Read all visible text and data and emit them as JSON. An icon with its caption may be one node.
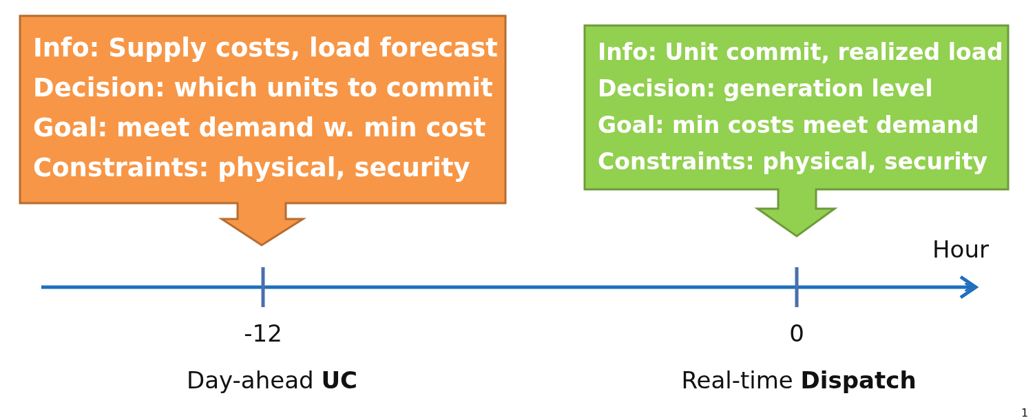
{
  "diagram": {
    "nodes": [
      {
        "text": [
          "Info: Supply costs, load forecast",
          "Decision: which units to commit",
          "Goal: meet demand w. min cost",
          "Constraints: physical, security"
        ]
      },
      {
        "text": [
          "Info: Unit commit, realized load",
          "Decision: generation level",
          "Goal: min costs meet demand",
          "Constraints: physical, security"
        ]
      }
    ],
    "labels": [
      "Hour",
      "-12",
      "0",
      "Day-ahead **UC**",
      "Real-time **Dispatch**",
      "1"
    ]
  }
}
